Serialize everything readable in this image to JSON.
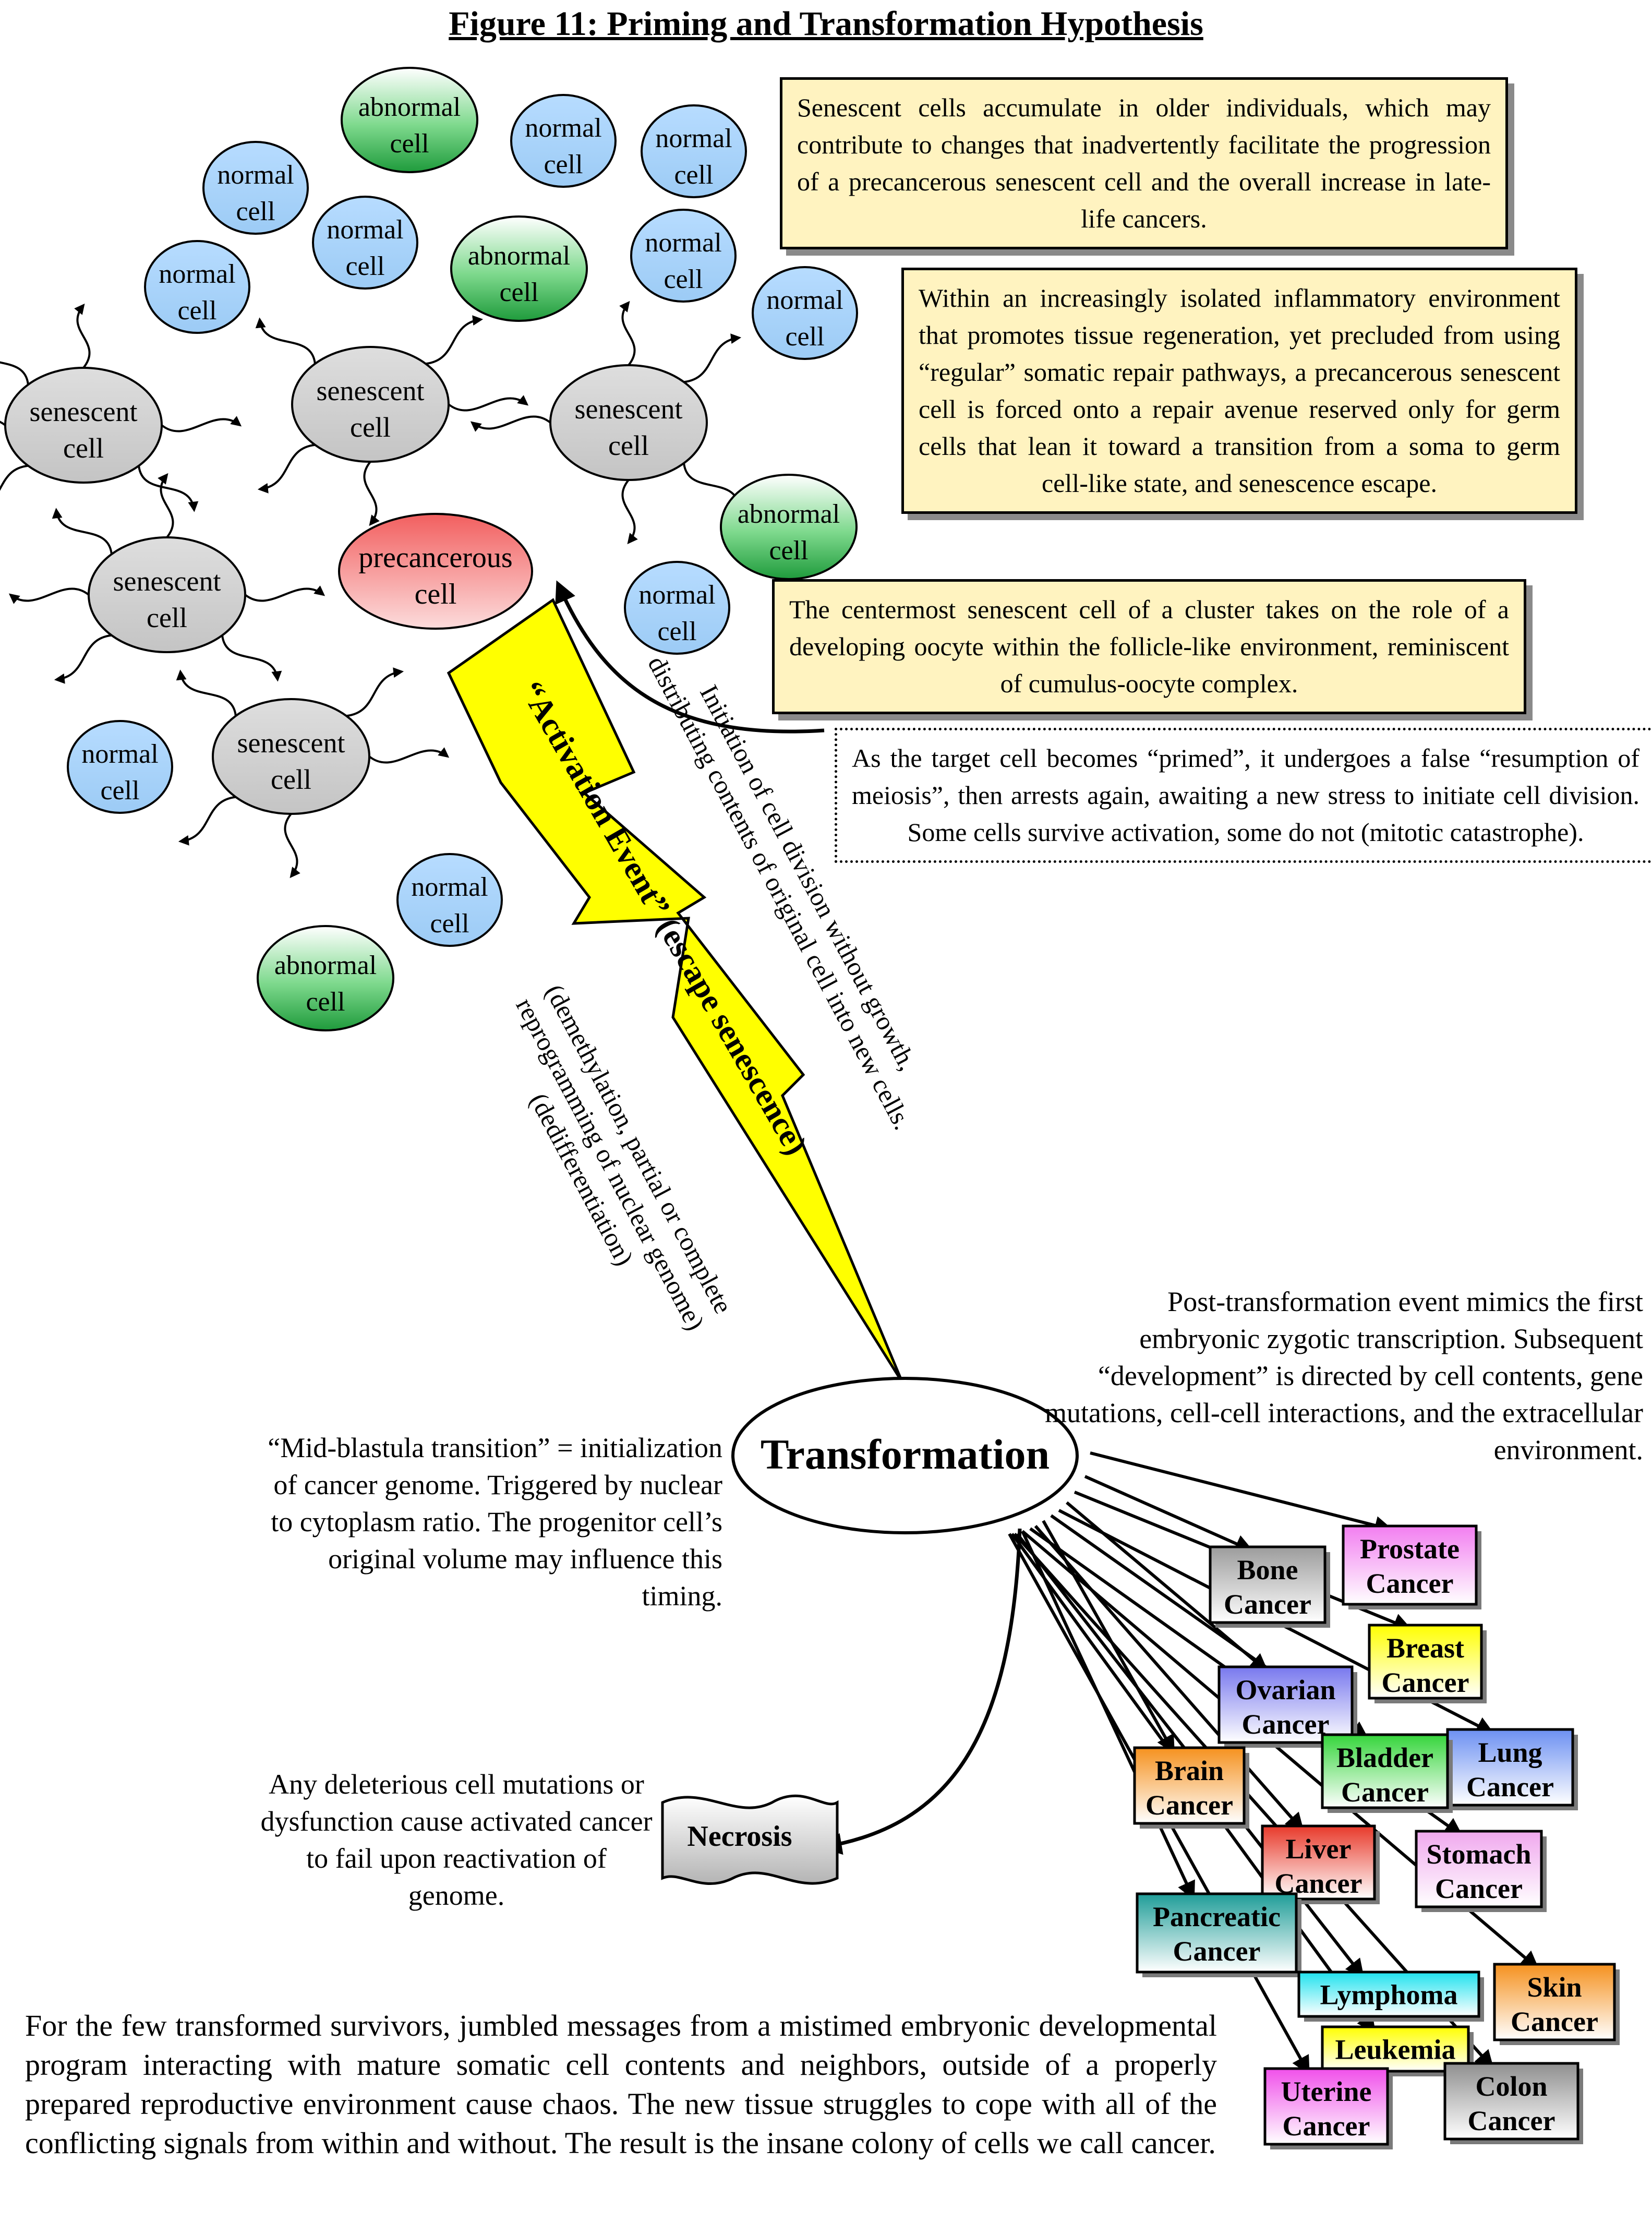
{
  "title": "Figure 11: Priming and Transformation Hypothesis",
  "cells": [
    {
      "type": "normal",
      "line1": "normal",
      "line2": "cell"
    },
    {
      "type": "normal",
      "line1": "normal",
      "line2": "cell"
    },
    {
      "type": "normal",
      "line1": "normal",
      "line2": "cell"
    },
    {
      "type": "normal",
      "line1": "normal",
      "line2": "cell"
    },
    {
      "type": "normal",
      "line1": "normal",
      "line2": "cell"
    },
    {
      "type": "normal",
      "line1": "normal",
      "line2": "cell"
    },
    {
      "type": "normal",
      "line1": "normal",
      "line2": "cell"
    },
    {
      "type": "normal",
      "line1": "normal",
      "line2": "cell"
    },
    {
      "type": "normal",
      "line1": "normal",
      "line2": "cell"
    },
    {
      "type": "normal",
      "line1": "normal",
      "line2": "cell"
    },
    {
      "type": "abnormal",
      "line1": "abnormal",
      "line2": "cell"
    },
    {
      "type": "abnormal",
      "line1": "abnormal",
      "line2": "cell"
    },
    {
      "type": "abnormal",
      "line1": "abnormal",
      "line2": "cell"
    },
    {
      "type": "abnormal",
      "line1": "abnormal",
      "line2": "cell"
    },
    {
      "type": "senescent",
      "line1": "senescent",
      "line2": "cell"
    },
    {
      "type": "senescent",
      "line1": "senescent",
      "line2": "cell"
    },
    {
      "type": "senescent",
      "line1": "senescent",
      "line2": "cell"
    },
    {
      "type": "senescent",
      "line1": "senescent",
      "line2": "cell"
    },
    {
      "type": "senescent",
      "line1": "senescent",
      "line2": "cell"
    },
    {
      "type": "precancerous",
      "line1": "precancerous",
      "line2": "cell"
    }
  ],
  "notes": {
    "senescent_accumulate": "Senescent cells accumulate in older individuals, which may contribute to changes that inadvertently facilitate the progression of a precancerous senescent cell and the overall increase in late-life cancers.",
    "inflammatory_environment": "Within an increasingly isolated inflammatory environment that promotes tissue regeneration, yet precluded from using “regular” somatic repair pathways, a precancerous senescent cell is forced onto a repair avenue reserved only for germ cells that lean it toward a transition from a soma to germ cell-like state, and senescence escape.",
    "centermost_cell": "The centermost senescent cell of a cluster takes on the role of a developing oocyte within the follicle-like environment, reminiscent of cumulus-oocyte complex.",
    "primed": "As the target cell becomes “primed”, it undergoes a false “resumption of meiosis”, then arrests again, awaiting a new stress to initiate cell division. Some cells survive activation, some do not  (mitotic catastrophe)."
  },
  "activation": {
    "label": "“Activation Event” (escape senescence)",
    "right_line1": "Initiation of cell division without growth,",
    "right_line2": "distributing contents of original cell into new cells.",
    "left_line1": "(demethylation, partial or complete",
    "left_line2": "reprogramming of nuclear genome)",
    "left_line3": "(dedifferentiation)"
  },
  "transformation": {
    "label": "Transformation",
    "post_note": "Post-transformation event mimics the first embryonic zygotic transcription. Subsequent “development” is directed by cell contents, gene mutations, cell-cell interactions, and the extracellular environment.",
    "mbt_note": "“Mid-blastula transition” = initialization of cancer genome. Triggered by nuclear to cytoplasm ratio. The progenitor cell’s original volume may influence this timing."
  },
  "necrosis": {
    "label": "Necrosis",
    "note": "Any deleterious cell mutations or dysfunction cause activated cancer to fail upon reactivation of genome."
  },
  "cancers": [
    {
      "line1": "Prostate",
      "line2": "Cancer",
      "color": "#f27ef0"
    },
    {
      "line1": "Bone",
      "line2": "Cancer",
      "color": "#9c9c9c"
    },
    {
      "line1": "Breast",
      "line2": "Cancer",
      "color": "#ffff00"
    },
    {
      "line1": "Ovarian",
      "line2": "Cancer",
      "color": "#7878ee"
    },
    {
      "line1": "Lung",
      "line2": "Cancer",
      "color": "#6c90f2"
    },
    {
      "line1": "Bladder",
      "line2": "Cancer",
      "color": "#35d53b"
    },
    {
      "line1": "Brain",
      "line2": "Cancer",
      "color": "#f5911e"
    },
    {
      "line1": "Liver",
      "line2": "Cancer",
      "color": "#e8392a"
    },
    {
      "line1": "Stomach",
      "line2": "Cancer",
      "color": "#f0a8ee"
    },
    {
      "line1": "Pancreatic",
      "line2": "Cancer",
      "color": "#1f9d98"
    },
    {
      "line1": "Skin",
      "line2": "Cancer",
      "color": "#f5911e"
    },
    {
      "line1": "Lymphoma",
      "line2": "",
      "color": "#20e2ee"
    },
    {
      "line1": "Leukemia",
      "line2": "",
      "color": "#ffff00"
    },
    {
      "line1": "Uterine",
      "line2": "Cancer",
      "color": "#f050ea"
    },
    {
      "line1": "Colon",
      "line2": "Cancer",
      "color": "#8f8f8f"
    }
  ],
  "conclusion": "For the few transformed survivors, jumbled messages from a mistimed embryonic developmental program interacting with mature somatic cell contents and neighbors, outside of a properly prepared reproductive environment cause chaos. The new tissue struggles to cope with all of the conflicting signals from within and without. The result is the insane colony of cells we call cancer."
}
